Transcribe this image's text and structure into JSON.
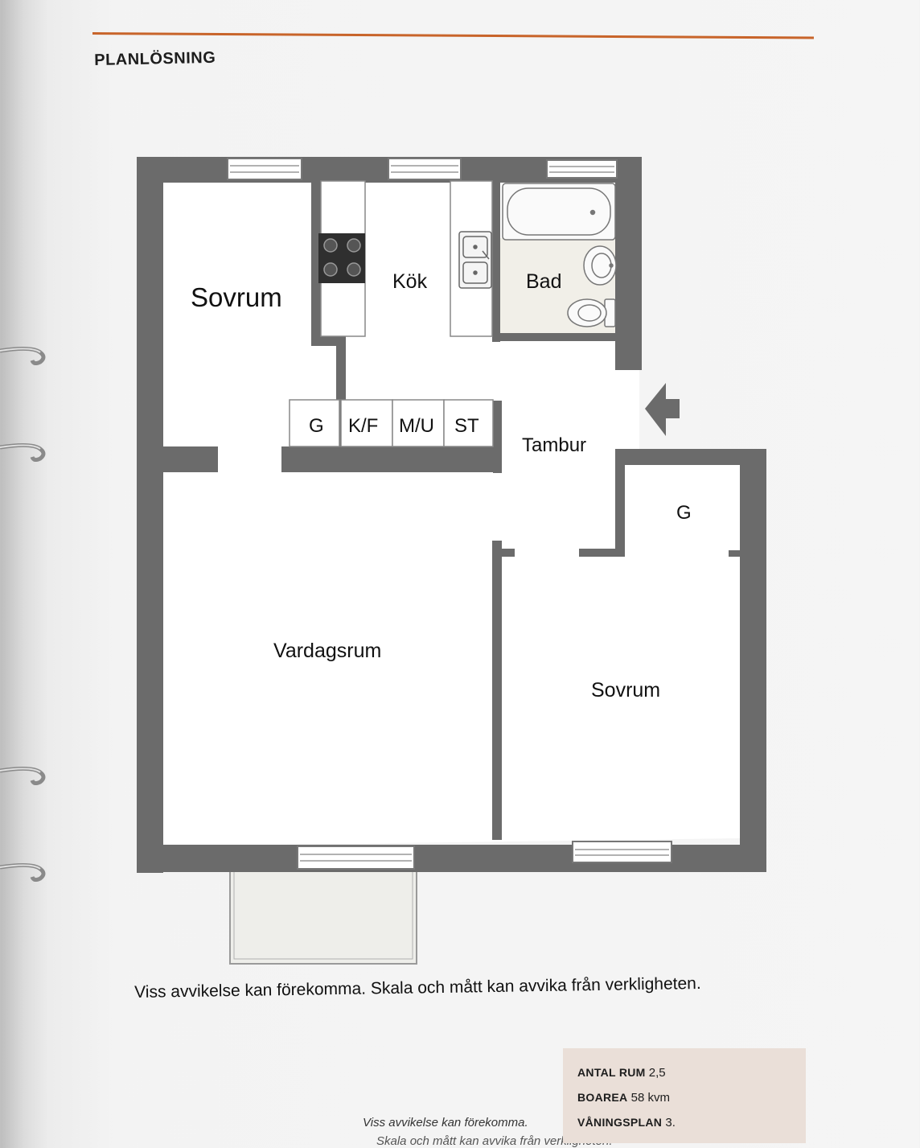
{
  "header": {
    "title": "PLANLÖSNING"
  },
  "floorplan": {
    "rooms": {
      "sovrum_1": "Sovrum",
      "kok": "Kök",
      "bad": "Bad",
      "tambur": "Tambur",
      "vardagsrum": "Vardagsrum",
      "sovrum_2": "Sovrum",
      "garderob_1": "G",
      "garderob_2": "G"
    },
    "storage": [
      "G",
      "K/F",
      "M/U",
      "ST"
    ],
    "entrance": "arrow-left-icon"
  },
  "disclaimer": "Viss avvikelse kan förekomma. Skala och mått kan avvika från verkligheten.",
  "facts": [
    {
      "label": "ANTAL RUM",
      "value": "2,5"
    },
    {
      "label": "BOAREA",
      "value": "58 kvm"
    },
    {
      "label": "VÅNINGSPLAN",
      "value": "3."
    }
  ],
  "footer_note": "Viss avvikelse kan förekomma.",
  "footer_note_2": "Skala och mått kan avvika från verkligheten.",
  "colors": {
    "wall": "#6b6b6b",
    "accent_rule": "#c8642a",
    "facts_bg": "#eadfd8"
  }
}
